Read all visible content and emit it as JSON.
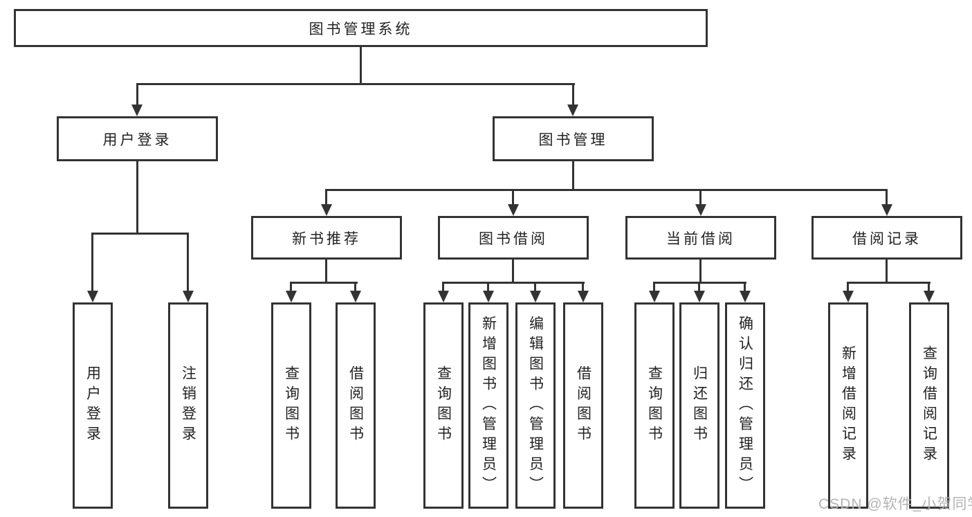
{
  "colors": {
    "line": "#333333",
    "text": "#222222",
    "background": "#ffffff",
    "watermark": "#b3b3b3"
  },
  "tree": {
    "root": {
      "label": "图书管理系统"
    },
    "branches": [
      {
        "label": "用户登录",
        "children": [
          "用户登录",
          "注销登录"
        ]
      },
      {
        "label": "图书管理",
        "modules": [
          {
            "label": "新书推荐",
            "children": [
              "查询图书",
              "借阅图书"
            ]
          },
          {
            "label": "图书借阅",
            "children": [
              "查询图书",
              "新增图书（管理员）",
              "编辑图书（管理员）",
              "借阅图书"
            ]
          },
          {
            "label": "当前借阅",
            "children": [
              "查询图书",
              "归还图书",
              "确认归还（管理员）"
            ]
          },
          {
            "label": "借阅记录",
            "children": [
              "新增借阅记录",
              "查询借阅记录"
            ]
          }
        ]
      }
    ]
  },
  "watermark": {
    "text": "CSDN @软件_小贺同学"
  }
}
